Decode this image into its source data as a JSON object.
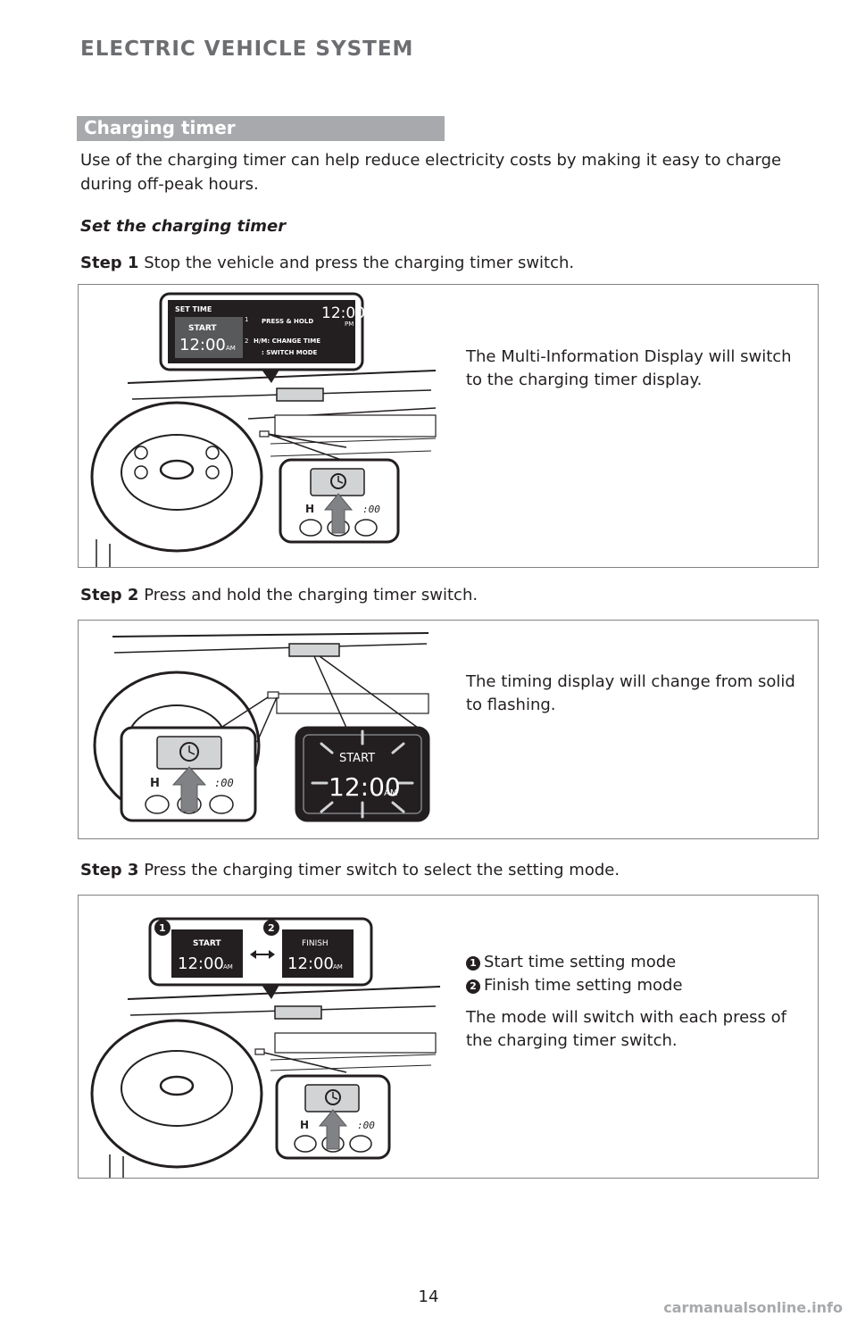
{
  "header": {
    "section_title": "ELECTRIC VEHICLE SYSTEM"
  },
  "tab": {
    "label": "Charging timer"
  },
  "intro": "Use of the charging timer can help reduce electricity costs by making it easy to charge during off-peak hours.",
  "subheading": "Set the charging timer",
  "steps": [
    {
      "label": "Step 1",
      "text": "Stop the vehicle and press the charging timer switch.",
      "caption": "The Multi-Information Display will switch to the charging timer display.",
      "display": {
        "title": "SET TIME",
        "mode": "START",
        "time": "12:00",
        "ampm": "AM",
        "clock": "12:00",
        "clock_ampm": "PM",
        "instr1_num": "1",
        "instr1": "PRESS & HOLD",
        "instr2_num": "2",
        "instr2": "H/M: CHANGE TIME",
        "instr3": ": SWITCH MODE"
      },
      "switch": {
        "h": "H",
        "m": ":00"
      }
    },
    {
      "label": "Step 2",
      "text": "Press and hold the charging timer switch.",
      "caption": "The timing display will change from solid to flashing.",
      "display": {
        "mode": "START",
        "time": "12:00",
        "ampm": "AM"
      },
      "switch": {
        "h": "H",
        "m": ":00"
      }
    },
    {
      "label": "Step 3",
      "text": "Press the charging timer switch to select the setting mode.",
      "modes": [
        {
          "num": "1",
          "label": "Start time setting mode"
        },
        {
          "num": "2",
          "label": "Finish time setting mode"
        }
      ],
      "caption": "The mode will switch with each press of the charging timer switch.",
      "display_start": {
        "mode": "START",
        "time": "12:00",
        "ampm": "AM"
      },
      "display_finish": {
        "mode": "FINISH",
        "time": "12:00",
        "ampm": "AM"
      },
      "switch": {
        "h": "H",
        "m": ":00"
      }
    }
  ],
  "page_number": "14",
  "watermark": "carmanualsonline.info"
}
